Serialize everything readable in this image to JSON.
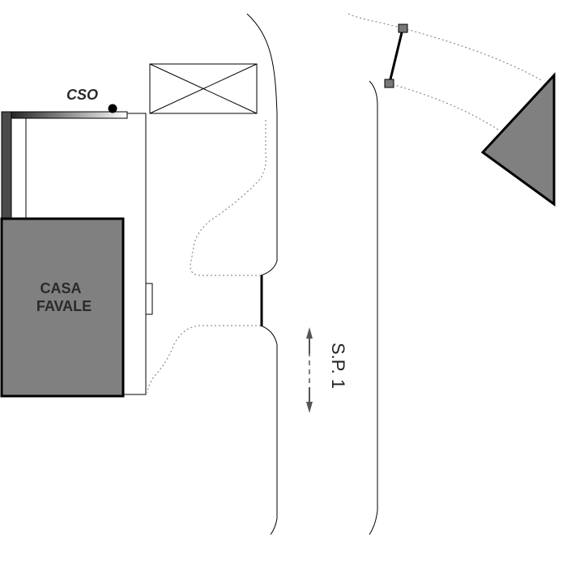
{
  "map": {
    "labels": {
      "building_line1": "CASA",
      "building_line2": "FAVALE",
      "cso": "CSO",
      "road": "S.P. 1"
    },
    "colors": {
      "building_fill": "#808080",
      "building_stroke": "#000000",
      "road_edge": "#000000",
      "dotted_edge": "#777777",
      "background": "#ffffff"
    },
    "icons": {
      "cso_marker": "filled-dot",
      "road_direction": "double-headed-arrow",
      "crossed_box": "x-marked-rectangle"
    }
  }
}
